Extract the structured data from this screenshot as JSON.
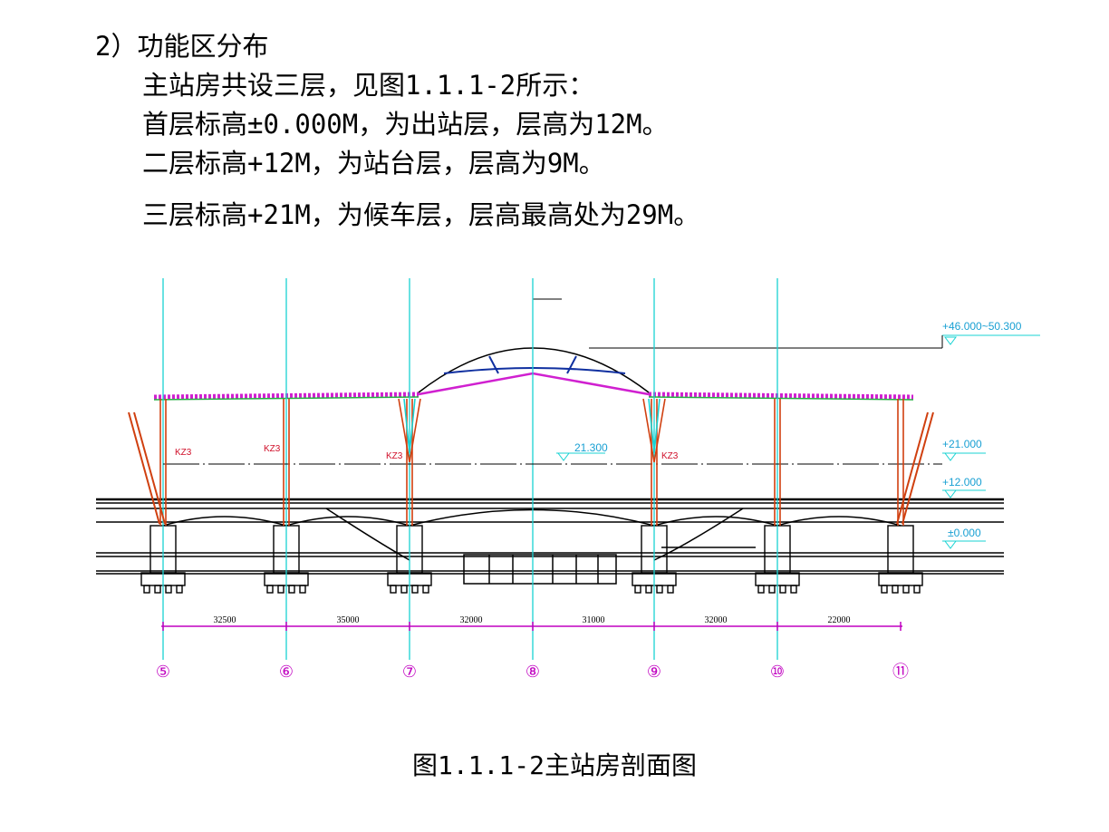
{
  "text": {
    "heading": "2）功能区分布",
    "line1": "主站房共设三层，见图1.1.1-2所示：",
    "line2": "首层标高±0.000M，为出站层，层高为12M。",
    "line3": "二层标高+12M，为站台层，层高为9M。",
    "line4": "三层标高+21M，为候车层，层高最高处为29M。"
  },
  "figure": {
    "caption": "图1.1.1-2主站房剖面图",
    "axis_labels": [
      "⑤",
      "⑥",
      "⑦",
      "⑧",
      "⑨",
      "⑩",
      "⑪"
    ],
    "spans": [
      "32500",
      "35000",
      "32000",
      "31000",
      "32000",
      "22000"
    ],
    "column_tags": [
      "KZ3",
      "KZ3",
      "KZ3",
      "KZ3"
    ],
    "elevations": {
      "top": "+46.000~50.300",
      "level_21": "+21.000",
      "level_12": "+12.000",
      "level_0": "±0.000",
      "inner": "21.300"
    },
    "colors": {
      "grid": "#19d3d3",
      "roof": "#d020d0",
      "column": "#d04010",
      "dimension": "#c000c0",
      "label_red": "#d0102a",
      "structure": "#000000"
    }
  }
}
